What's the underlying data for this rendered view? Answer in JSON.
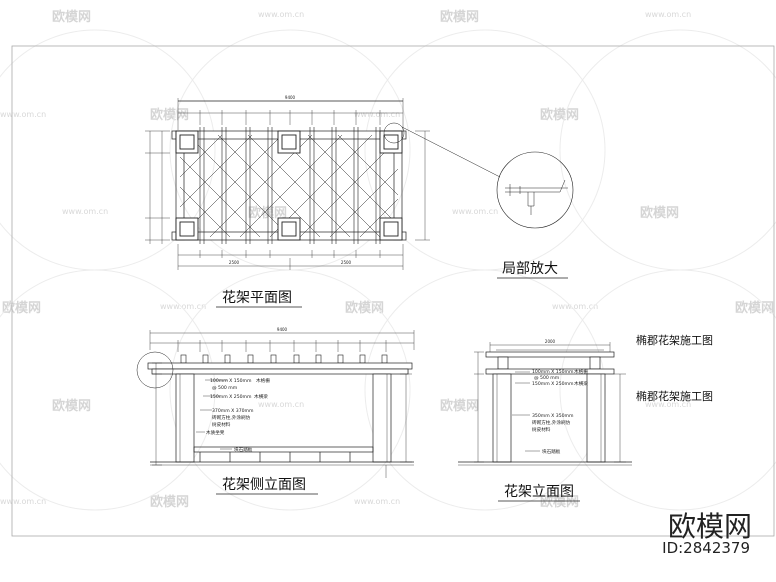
{
  "titles": {
    "plan": "花架平面图",
    "side_elevation": "花架侧立面图",
    "front_elevation": "花架立面图",
    "detail": "局部放大",
    "note_1": "椭郡花架施工图",
    "note_2": "椭郡花架施工图"
  },
  "dimensions": {
    "plan_overall": "9400",
    "plan_bottom_1": "2500",
    "plan_bottom_2": "2500",
    "side_overall": "9400",
    "front_overall": "2000"
  },
  "annotations_side": {
    "beam_1": "100mm X 150mm",
    "beam_1b": "@ 500 mm",
    "beam_1_tag": "木格栅",
    "beam_2": "150mm X 250mm",
    "beam_2_tag": "木横梁",
    "column": "370mm X 370mm",
    "column_b": "砖砌方柱,外涂刷仿",
    "column_c": "树皮材料",
    "bench": "木质坐凳",
    "base": "块石踏板"
  },
  "annotations_front": {
    "beam_1": "100mm X 150mm",
    "beam_1b": "@ 500 mm",
    "beam_1_tag": "木格栅",
    "beam_2": "150mm X 250mm",
    "beam_2_tag": "木横梁",
    "column": "350mm X 350mm",
    "column_b": "砖砌方柱,外涂刷仿",
    "column_c": "树皮材料",
    "base": "块石踏板"
  },
  "watermark": {
    "text": "欧模网",
    "url": "www.om.cn"
  },
  "brand": {
    "name": "欧模网",
    "id": "ID:2842379"
  }
}
